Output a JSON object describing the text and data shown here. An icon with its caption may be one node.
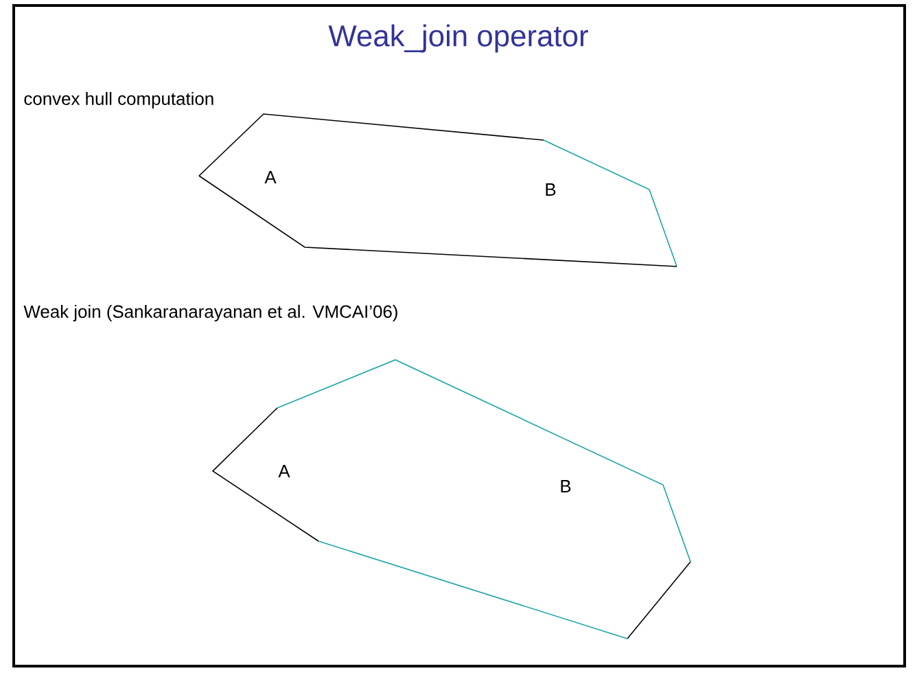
{
  "diagram": {
    "title": "Weak_join operator",
    "labels": [
      "convex hull computation",
      "A",
      "B",
      "Weak join (Sankaranarayanan et al. VMCAI’06)",
      "A",
      "B"
    ]
  }
}
